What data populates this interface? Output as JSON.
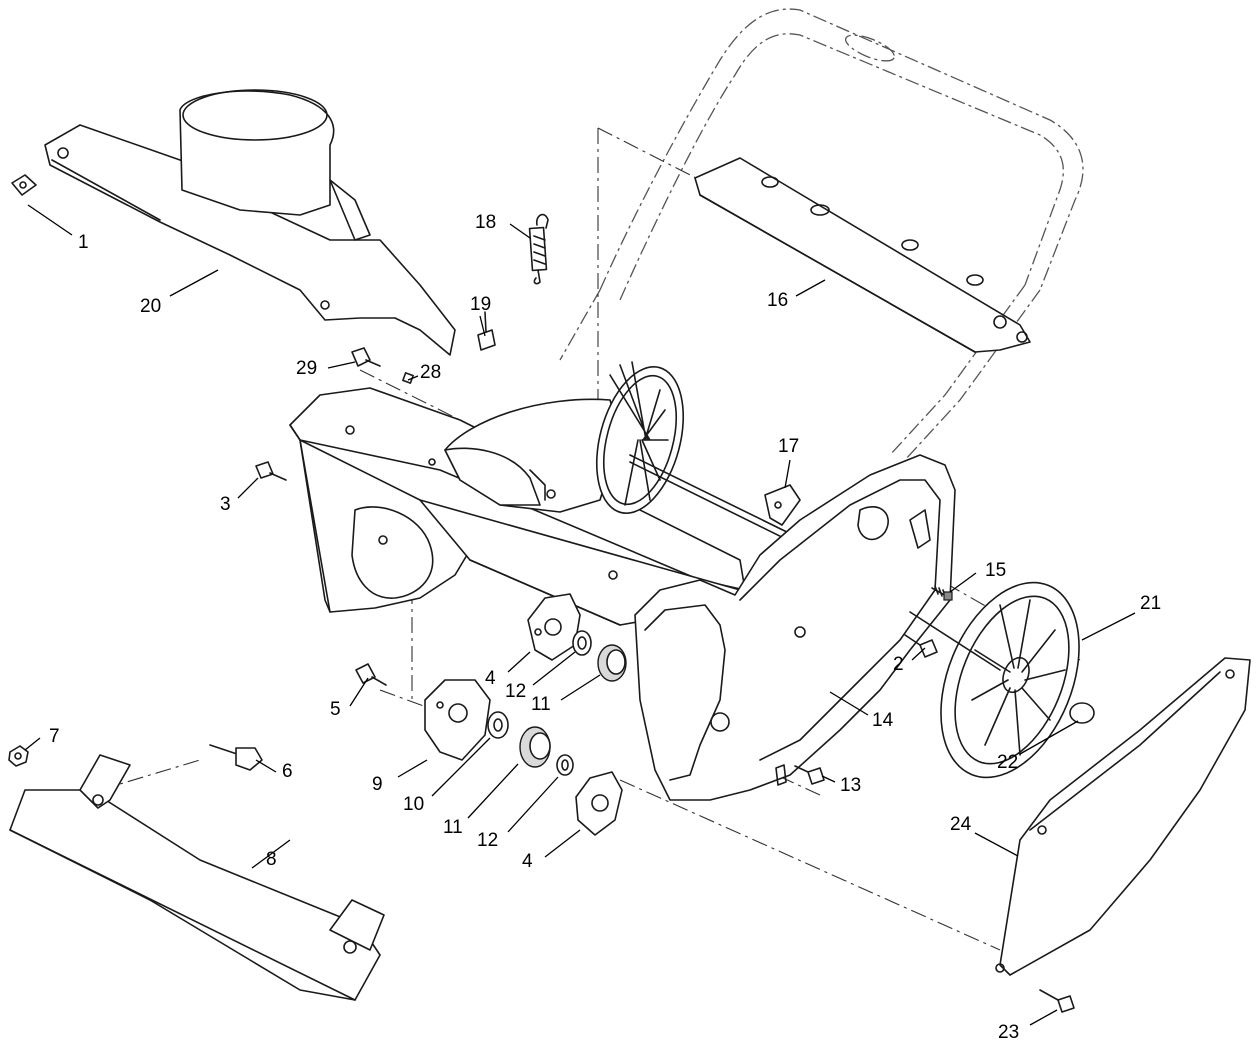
{
  "callouts": [
    {
      "id": "c1",
      "text": "1"
    },
    {
      "id": "c2",
      "text": "2"
    },
    {
      "id": "c3",
      "text": "3"
    },
    {
      "id": "c4a",
      "text": "4"
    },
    {
      "id": "c4b",
      "text": "4"
    },
    {
      "id": "c5",
      "text": "5"
    },
    {
      "id": "c6",
      "text": "6"
    },
    {
      "id": "c7",
      "text": "7"
    },
    {
      "id": "c8",
      "text": "8"
    },
    {
      "id": "c9",
      "text": "9"
    },
    {
      "id": "c10",
      "text": "10"
    },
    {
      "id": "c11a",
      "text": "11"
    },
    {
      "id": "c11b",
      "text": "11"
    },
    {
      "id": "c12a",
      "text": "12"
    },
    {
      "id": "c12b",
      "text": "12"
    },
    {
      "id": "c13",
      "text": "13"
    },
    {
      "id": "c14",
      "text": "14"
    },
    {
      "id": "c15",
      "text": "15"
    },
    {
      "id": "c16",
      "text": "16"
    },
    {
      "id": "c17",
      "text": "17"
    },
    {
      "id": "c18",
      "text": "18"
    },
    {
      "id": "c19",
      "text": "19"
    },
    {
      "id": "c20",
      "text": "20"
    },
    {
      "id": "c21",
      "text": "21"
    },
    {
      "id": "c22",
      "text": "22"
    },
    {
      "id": "c23",
      "text": "23"
    },
    {
      "id": "c24",
      "text": "24"
    },
    {
      "id": "c28",
      "text": "28"
    },
    {
      "id": "c29",
      "text": "29"
    }
  ]
}
